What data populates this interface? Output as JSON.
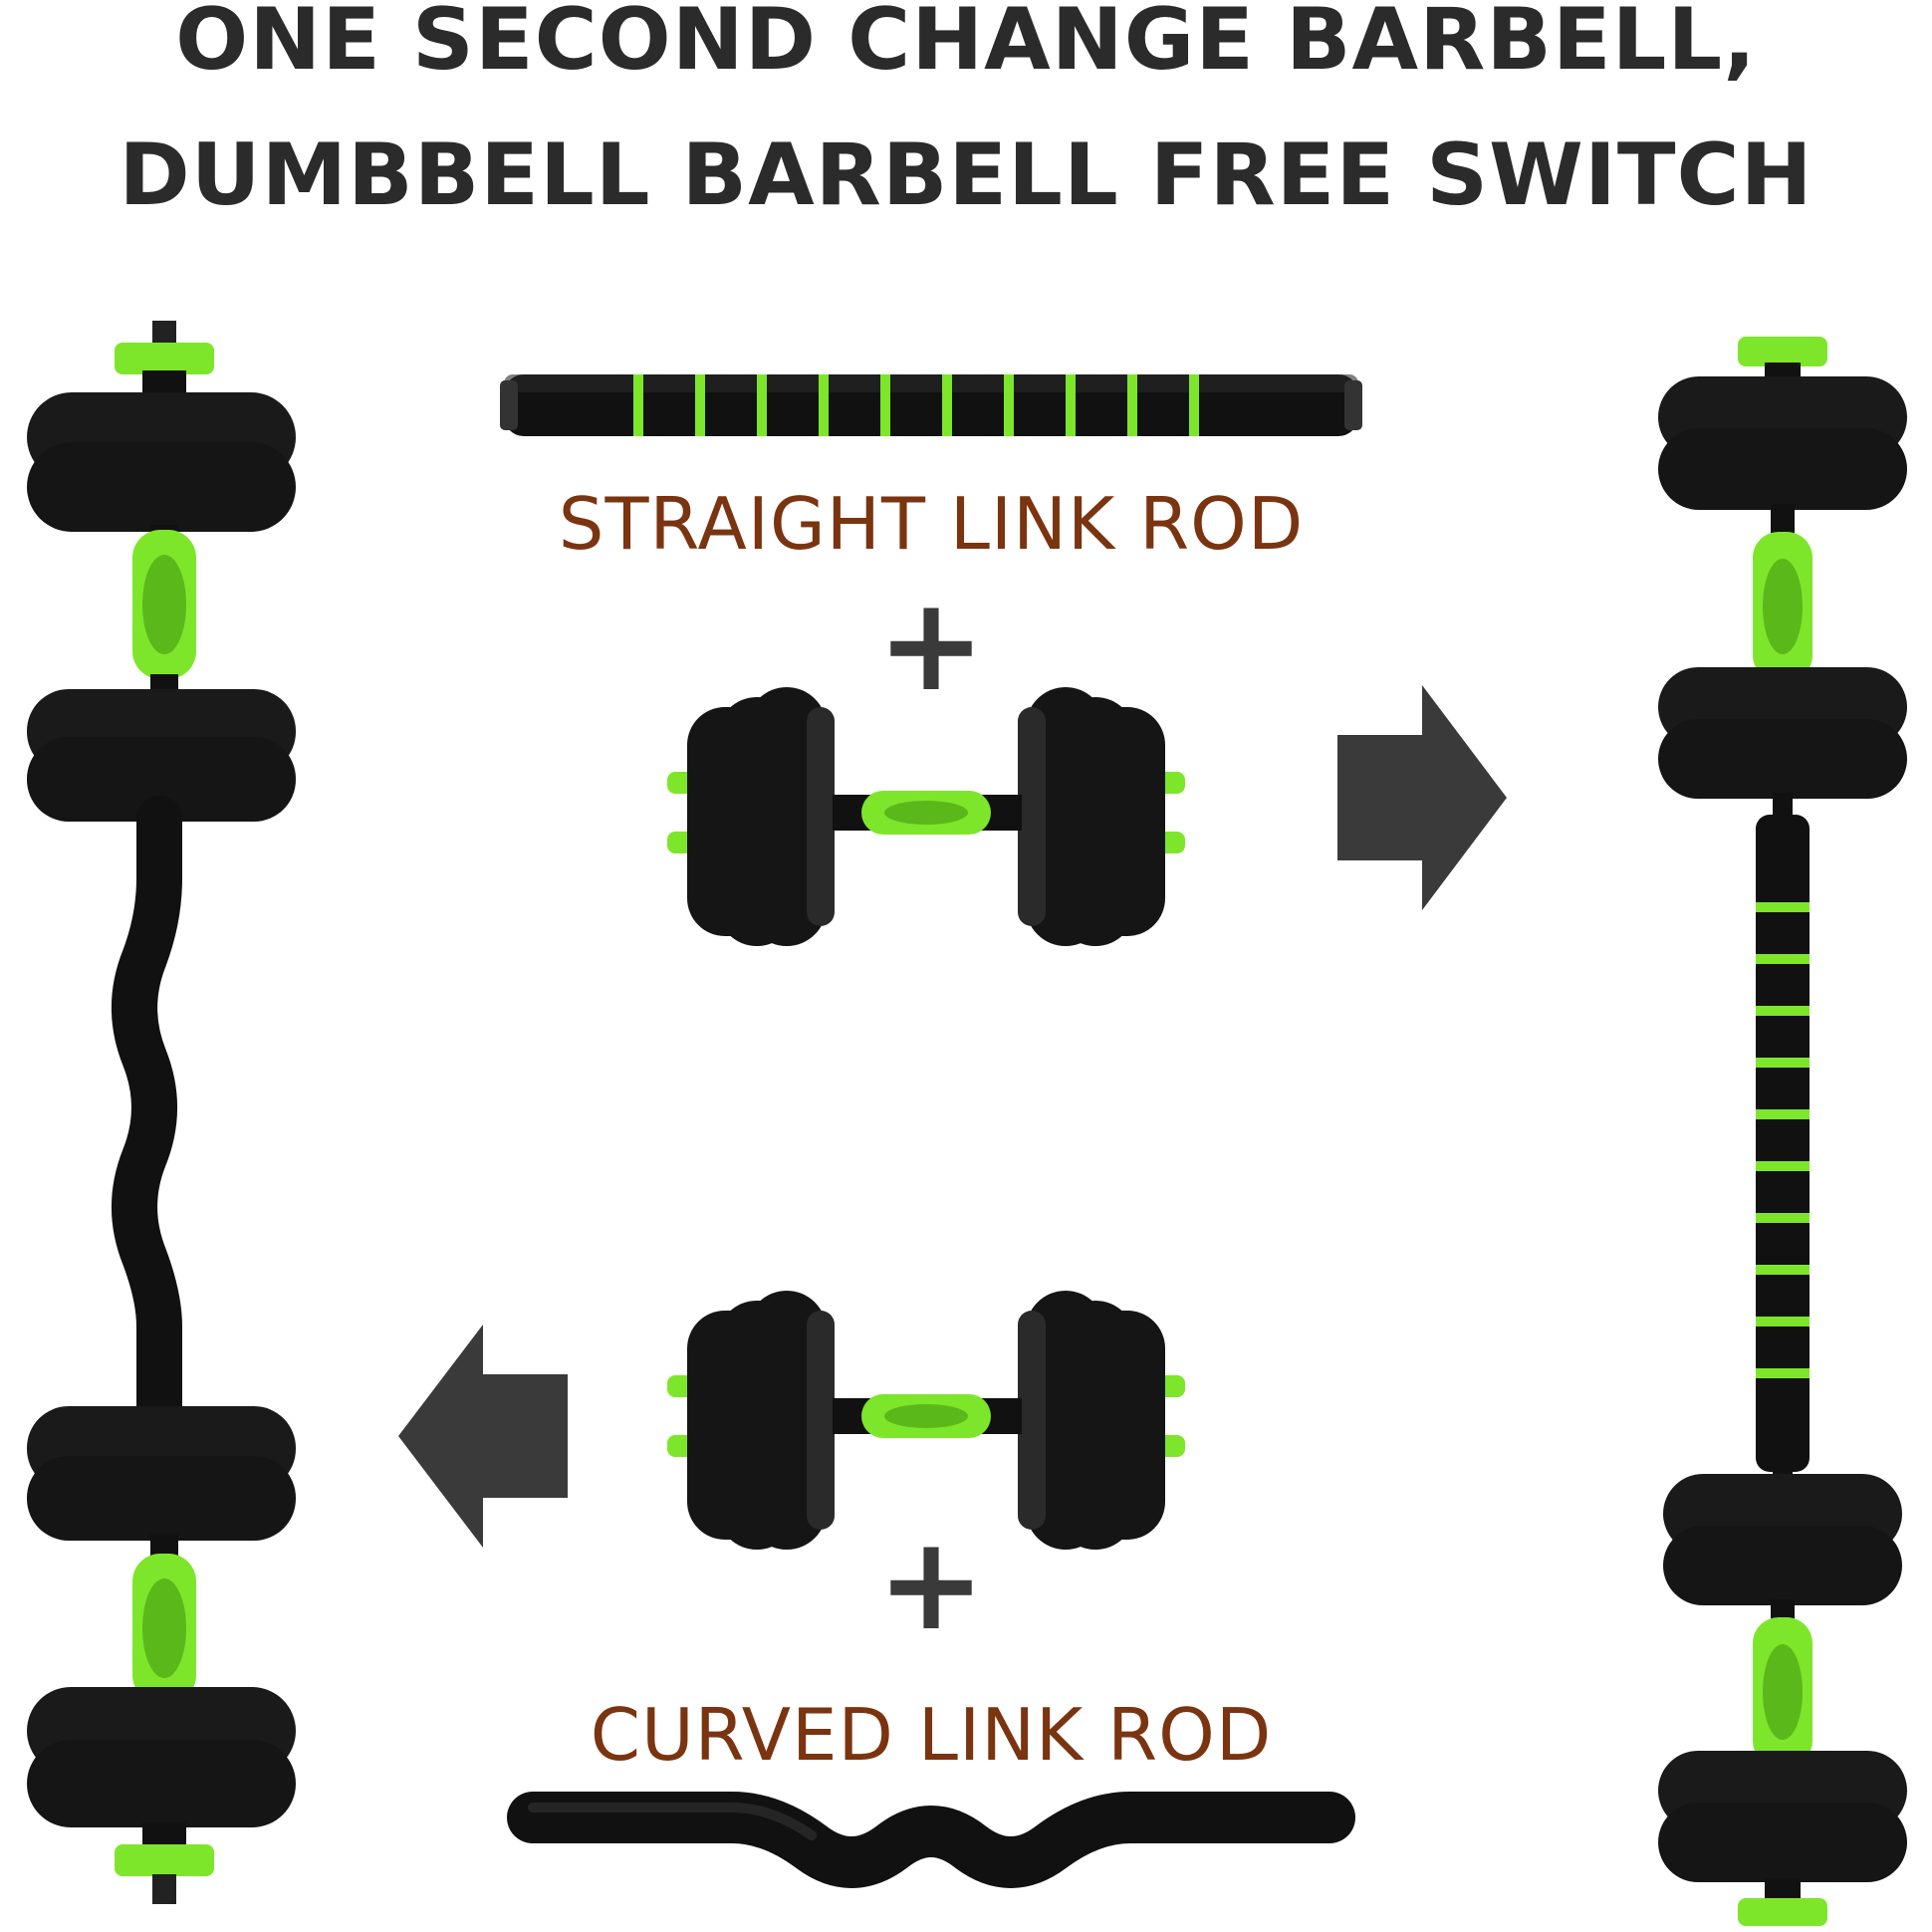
{
  "headline": {
    "line1": "ONE SECOND CHANGE BARBELL,",
    "line2": "DUMBBELL BARBELL FREE SWITCH"
  },
  "labels": {
    "straight_rod": "STRAIGHT LINK ROD",
    "plus_top": "+",
    "plus_bottom": "+",
    "curved_rod": "CURVED LINK ROD"
  },
  "colors": {
    "headline": "#2b2b2b",
    "label": "#7a3410",
    "accent_green": "#7ee62a",
    "black": "#111111",
    "arrow": "#3a3a3a",
    "plus": "#3a3a3a"
  },
  "icons": {
    "right_arrow": "right-arrow-icon",
    "left_arrow": "left-arrow-icon"
  }
}
